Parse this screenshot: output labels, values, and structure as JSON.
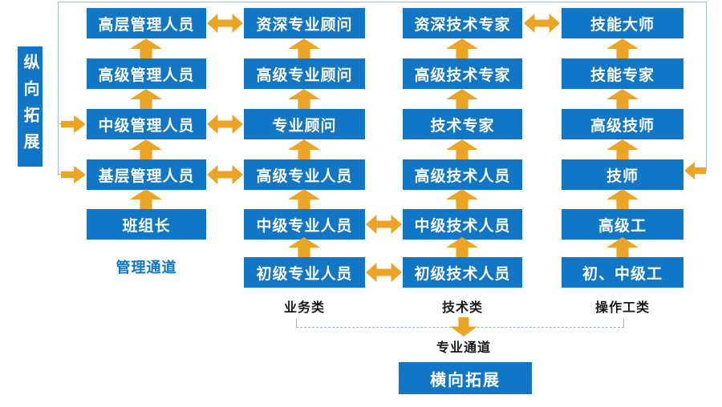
{
  "colors": {
    "box_blue": "#1176c5",
    "arrow_orange": "#eba426",
    "bracket_line": "#a9b9c9",
    "label_dark": "#1a1a1a"
  },
  "left_banner": {
    "label": "纵向拓展"
  },
  "columns": [
    {
      "name": "management",
      "channel_label": "管理通道",
      "boxes": [
        "高层管理人员",
        "高级管理人员",
        "中级管理人员",
        "基层管理人员",
        "班组长"
      ]
    },
    {
      "name": "business",
      "category_label": "业务类",
      "boxes": [
        "资深专业顾问",
        "高级专业顾问",
        "专业顾问",
        "高级专业人员",
        "中级专业人员",
        "初级专业人员"
      ]
    },
    {
      "name": "technical",
      "category_label": "技术类",
      "boxes": [
        "资深技术专家",
        "高级技术专家",
        "技术专家",
        "高级技术人员",
        "中级技术人员",
        "初级技术人员"
      ]
    },
    {
      "name": "operations",
      "category_label": "操作工类",
      "boxes": [
        "技能大师",
        "技能专家",
        "高级技师",
        "技师",
        "高级工",
        "初、中级工"
      ]
    }
  ],
  "bottom": {
    "channel_label": "专业通道",
    "banner_label": "横向拓展"
  }
}
